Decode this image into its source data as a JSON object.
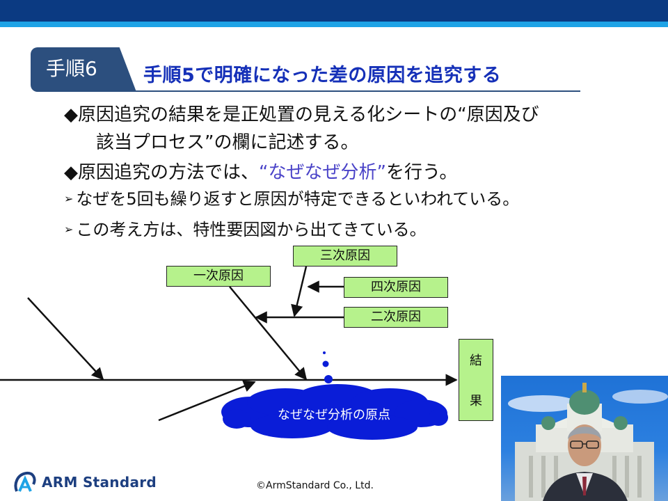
{
  "header": {
    "step_label": "手順6",
    "title": "手順5で明確になった差の原因を追究する"
  },
  "bullets": {
    "b1_line1": "◆原因追究の結果を是正処置の見える化シートの“原因及び",
    "b1_line2": "該当プロセス”の欄に記述する。",
    "b2_prefix": "◆原因追究の方法では、",
    "b2_highlight": "“なぜなぜ分析”",
    "b2_suffix": "を行う。",
    "sub1": "なぜを5回も繰り返すと原因が特定できるといわれている。",
    "sub2": "この考え方は、特性要因図から出てきている。",
    "sub_marker": "➢"
  },
  "diagram": {
    "cause1": "一次原因",
    "cause2": "二次原因",
    "cause3": "三次原因",
    "cause4": "四次原因",
    "result_char1": "結",
    "result_char2": "果",
    "cloud_label": "なぜなぜ分析の原点",
    "box_color": "#b6f28c",
    "cloud_color": "#0a1dd8"
  },
  "footer": {
    "logo_text": "ARM Standard",
    "copyright": "©ArmStandard Co., Ltd."
  },
  "colors": {
    "band": "#0b3a82",
    "band_accent": "#1ea3e6",
    "title": "#1530b8",
    "highlight": "#4a43c8"
  }
}
